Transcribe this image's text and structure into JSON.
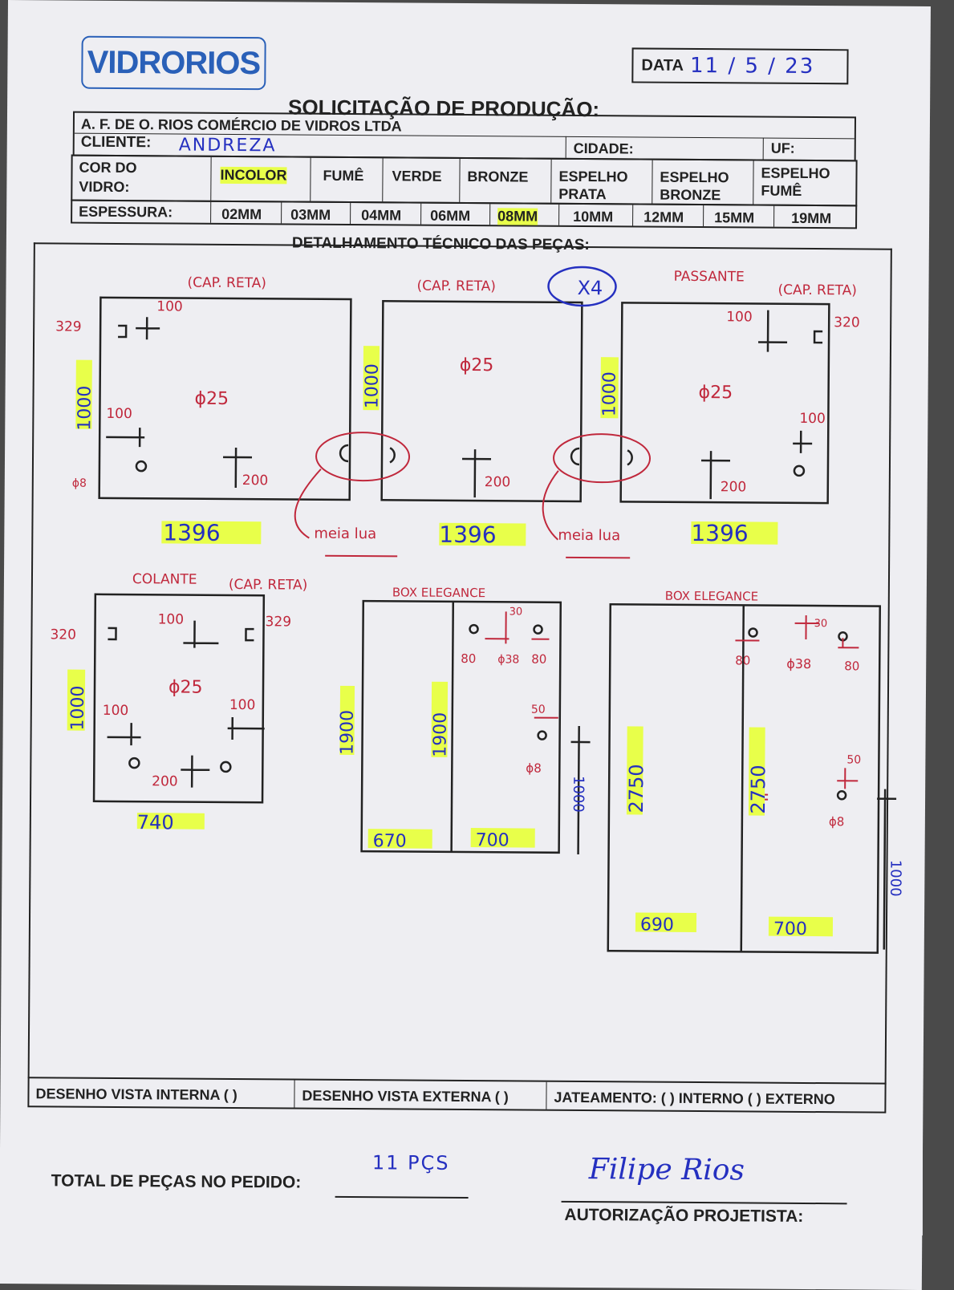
{
  "header": {
    "logo_text": "VIDRORIOS",
    "date_label": "DATA",
    "date_value": "11 / 5 / 23",
    "title": "SOLICITAÇÃO DE PRODUÇÃO:"
  },
  "company": "A. F. DE O. RIOS COMÉRCIO DE VIDROS LTDA",
  "client_row": {
    "client_label": "CLIENTE:",
    "client_value": "ANDREZA",
    "city_label": "CIDADE:",
    "uf_label": "UF:"
  },
  "glass_color": {
    "label_1": "COR DO",
    "label_2": "VIDRO:",
    "options": [
      "INCOLOR",
      "FUMÊ",
      "VERDE",
      "BRONZE",
      "ESPELHO PRATA",
      "ESPELHO BRONZE",
      "ESPELHO FUMÊ"
    ],
    "selected": "INCOLOR"
  },
  "thickness": {
    "label": "ESPESSURA:",
    "options": [
      "02MM",
      "03MM",
      "04MM",
      "06MM",
      "08MM",
      "10MM",
      "12MM",
      "15MM",
      "19MM"
    ],
    "selected": "08MM"
  },
  "section_title": "DETALHAMENTO TÉCNICO DAS PEÇAS:",
  "annotations": {
    "cap_reta": "(CAP. RETA)",
    "x4": "X4",
    "passante": "PASSANTE",
    "colante": "COLANTE",
    "box_elegance": "BOX ELEGANCE",
    "meia_lua": "meia lua",
    "d25": "ϕ25",
    "d8": "ϕ8",
    "d38": "ϕ38",
    "n329": "329",
    "n320": "320",
    "n100": "100",
    "n200": "200",
    "n30": "30",
    "n80": "80",
    "n50": "50",
    "n1000": "1000",
    "n1396": "1396",
    "n740": "740",
    "n1900": "1900",
    "n2750": "2750",
    "n670": "670",
    "n690": "690",
    "n700": "700"
  },
  "footer": {
    "vista_interna": "DESENHO VISTA INTERNA ( )",
    "vista_externa": "DESENHO VISTA EXTERNA ( )",
    "jateamento": "JATEAMENTO: ( ) INTERNO ( ) EXTERNO",
    "total_label": "TOTAL DE PEÇAS NO PEDIDO:",
    "total_value": "11 PÇS",
    "signature": "Filipe Rios",
    "authorization": "AUTORIZAÇÃO PROJETISTA:"
  }
}
